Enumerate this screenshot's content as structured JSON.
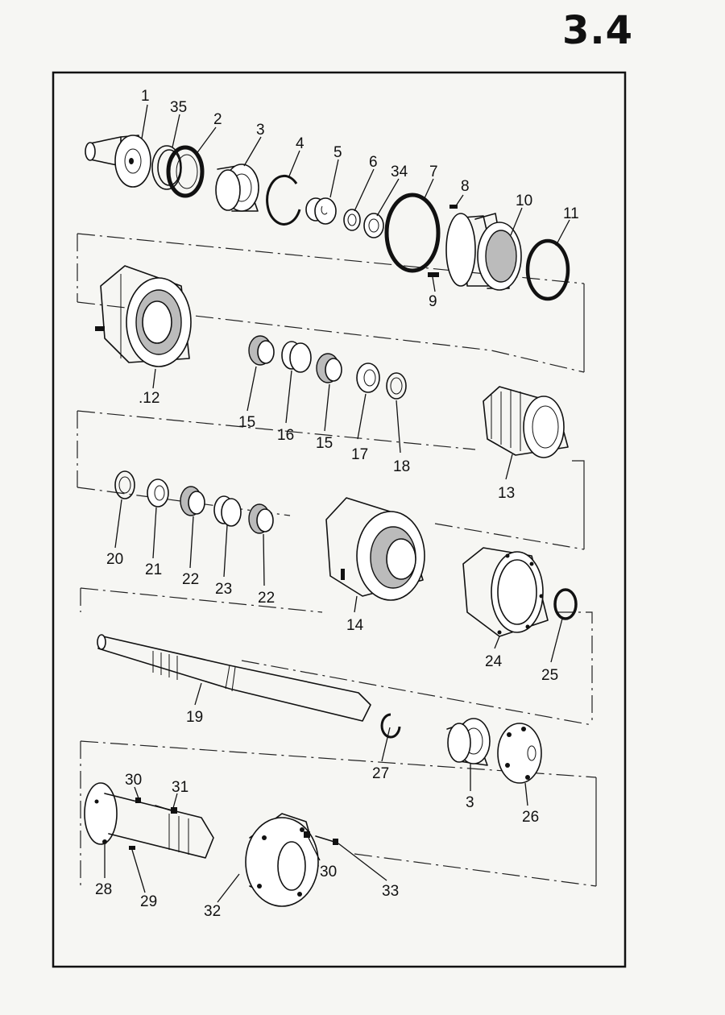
{
  "page_number": "3.4",
  "callouts": [
    {
      "id": "c1",
      "label": "1"
    },
    {
      "id": "c35",
      "label": "35"
    },
    {
      "id": "c2",
      "label": "2"
    },
    {
      "id": "c3a",
      "label": "3"
    },
    {
      "id": "c4",
      "label": "4"
    },
    {
      "id": "c5",
      "label": "5"
    },
    {
      "id": "c6",
      "label": "6"
    },
    {
      "id": "c34",
      "label": "34"
    },
    {
      "id": "c7",
      "label": "7"
    },
    {
      "id": "c8",
      "label": "8"
    },
    {
      "id": "c10",
      "label": "10"
    },
    {
      "id": "c11",
      "label": "11"
    },
    {
      "id": "c9",
      "label": "9"
    },
    {
      "id": "c12",
      "label": ".12"
    },
    {
      "id": "c15a",
      "label": "15"
    },
    {
      "id": "c16",
      "label": "16"
    },
    {
      "id": "c15b",
      "label": "15"
    },
    {
      "id": "c17",
      "label": "17"
    },
    {
      "id": "c18",
      "label": "18"
    },
    {
      "id": "c13",
      "label": "13"
    },
    {
      "id": "c20",
      "label": "20"
    },
    {
      "id": "c21",
      "label": "21"
    },
    {
      "id": "c22a",
      "label": "22"
    },
    {
      "id": "c23",
      "label": "23"
    },
    {
      "id": "c22b",
      "label": "22"
    },
    {
      "id": "c14",
      "label": "14"
    },
    {
      "id": "c24",
      "label": "24"
    },
    {
      "id": "c25",
      "label": "25"
    },
    {
      "id": "c19",
      "label": "19"
    },
    {
      "id": "c27",
      "label": "27"
    },
    {
      "id": "c3b",
      "label": "3"
    },
    {
      "id": "c26",
      "label": "26"
    },
    {
      "id": "c30a",
      "label": "30"
    },
    {
      "id": "c31",
      "label": "31"
    },
    {
      "id": "c28",
      "label": "28"
    },
    {
      "id": "c29",
      "label": "29"
    },
    {
      "id": "c32",
      "label": "32"
    },
    {
      "id": "c30b",
      "label": "30"
    },
    {
      "id": "c33",
      "label": "33"
    }
  ]
}
